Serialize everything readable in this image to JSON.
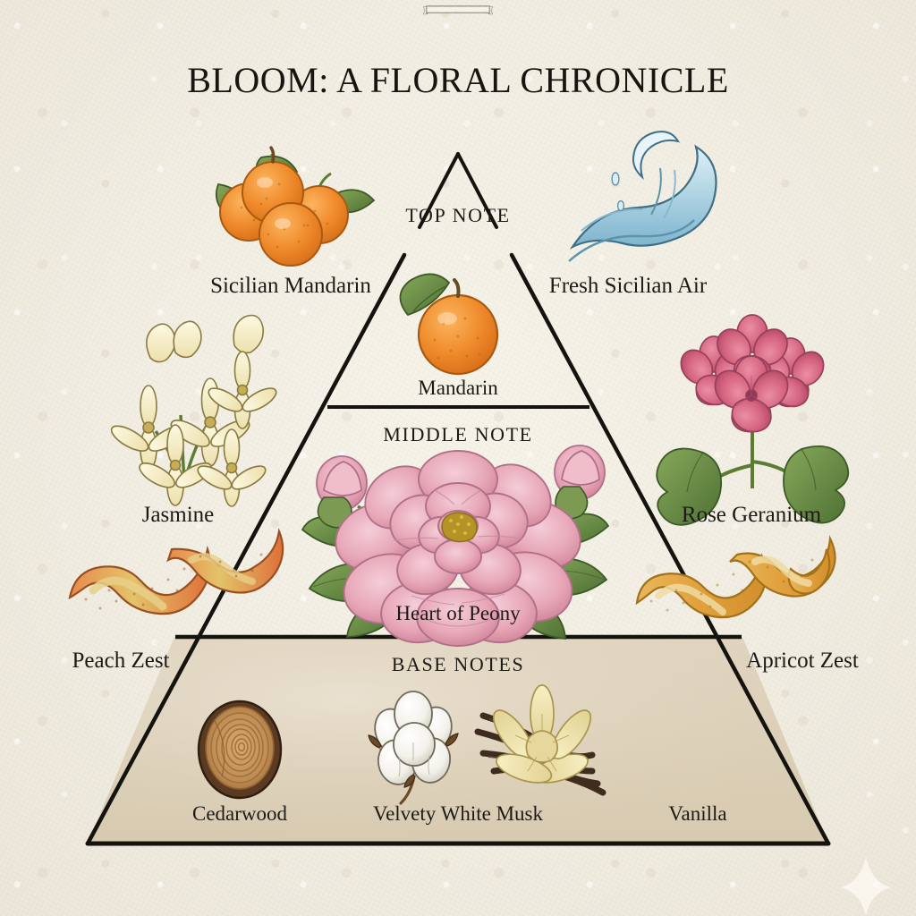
{
  "banner": {
    "title": "BLOOM: A FLORAL CHRONICLE"
  },
  "palette": {
    "paper": "#f2eee2",
    "ink": "#1d1a16",
    "base_panel": "#ded1ba",
    "orange": "#ef8b2c",
    "leaf_green": "#6b8c4a",
    "peony_pink": "#e8a8b8",
    "geranium_pink": "#d4637f",
    "jasmine_cream": "#f5eec8",
    "wave_blue": "#a8cfe0",
    "peach_zest": "#e07a42",
    "apricot_zest": "#e0a03c",
    "cedar_brown": "#c08d55",
    "cedar_bark": "#5a3a22",
    "vanilla_cream": "#efe6b4",
    "vanilla_pod": "#3e2c1e",
    "musk_white": "#f6f4ef"
  },
  "pyramid": {
    "tiers": [
      {
        "id": "top",
        "heading": "TOP NOTE",
        "inner": [
          {
            "label": "Mandarin",
            "icon": "mandarin-icon"
          }
        ],
        "left": {
          "label": "Sicilian Mandarin",
          "icon": "mandarin-cluster-icon"
        },
        "right": {
          "label": "Fresh Sicilian Air",
          "icon": "wave-icon"
        }
      },
      {
        "id": "middle",
        "heading": "MIDDLE NOTE",
        "inner": [
          {
            "label": "Heart of Peony",
            "icon": "peony-icon"
          }
        ],
        "left": {
          "label": "Jasmine",
          "icon": "jasmine-icon"
        },
        "right": {
          "label": "Rose Geranium",
          "icon": "geranium-icon"
        }
      },
      {
        "id": "base",
        "heading": "BASE NOTES",
        "inner": [
          {
            "label": "Cedarwood",
            "icon": "wood-slice-icon"
          },
          {
            "label": "Velvety White Musk",
            "icon": "cotton-boll-icon"
          },
          {
            "label": "Vanilla",
            "icon": "vanilla-icon"
          }
        ],
        "left": {
          "label": "Peach Zest",
          "icon": "peach-zest-icon"
        },
        "right": {
          "label": "Apricot Zest",
          "icon": "apricot-zest-icon"
        }
      }
    ]
  },
  "watermark": {
    "icon": "sparkle-icon"
  }
}
